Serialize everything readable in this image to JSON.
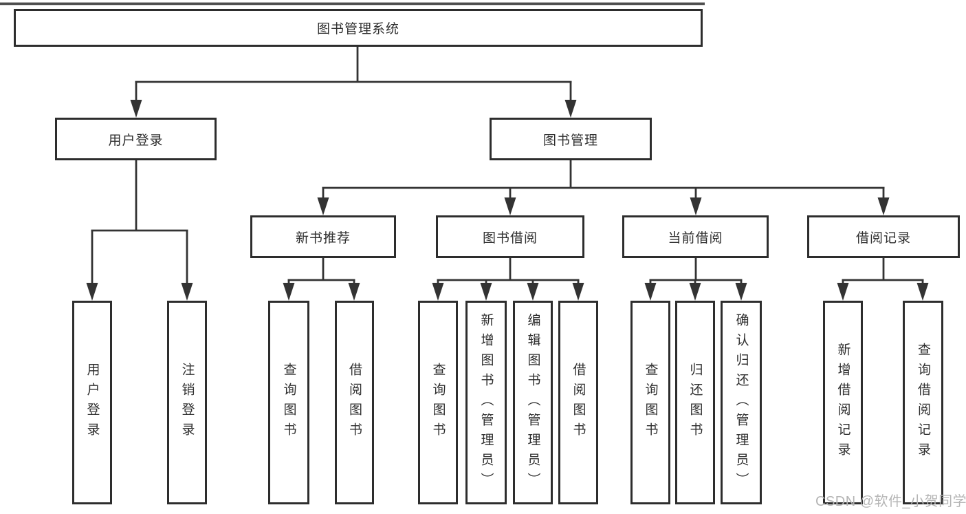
{
  "page": {
    "background": "#ffffff",
    "top_rule_color": "#4d4d4d",
    "line_color": "#333333",
    "box_border_color": "#2d2d2d",
    "box_fill_color": "#ffffff",
    "text_color": "#2f2f2f",
    "watermark": {
      "text": "CSDN @软件_小贺同学",
      "color": "#b5b5b5"
    }
  },
  "tree": {
    "label": "图书管理系统",
    "children": [
      {
        "label": "用户登录",
        "children": [
          {
            "label": "用户登录"
          },
          {
            "label": "注销登录"
          }
        ]
      },
      {
        "label": "图书管理",
        "children": [
          {
            "label": "新书推荐",
            "children": [
              {
                "label": "查询图书"
              },
              {
                "label": "借阅图书"
              }
            ]
          },
          {
            "label": "图书借阅",
            "children": [
              {
                "label": "查询图书"
              },
              {
                "label": "新增图书（管理员）"
              },
              {
                "label": "编辑图书（管理员）"
              },
              {
                "label": "借阅图书"
              }
            ]
          },
          {
            "label": "当前借阅",
            "children": [
              {
                "label": "查询图书"
              },
              {
                "label": "归还图书"
              },
              {
                "label": "确认归还（管理员）"
              }
            ]
          },
          {
            "label": "借阅记录",
            "children": [
              {
                "label": "新增借阅记录"
              },
              {
                "label": "查询借阅记录"
              }
            ]
          }
        ]
      }
    ]
  }
}
